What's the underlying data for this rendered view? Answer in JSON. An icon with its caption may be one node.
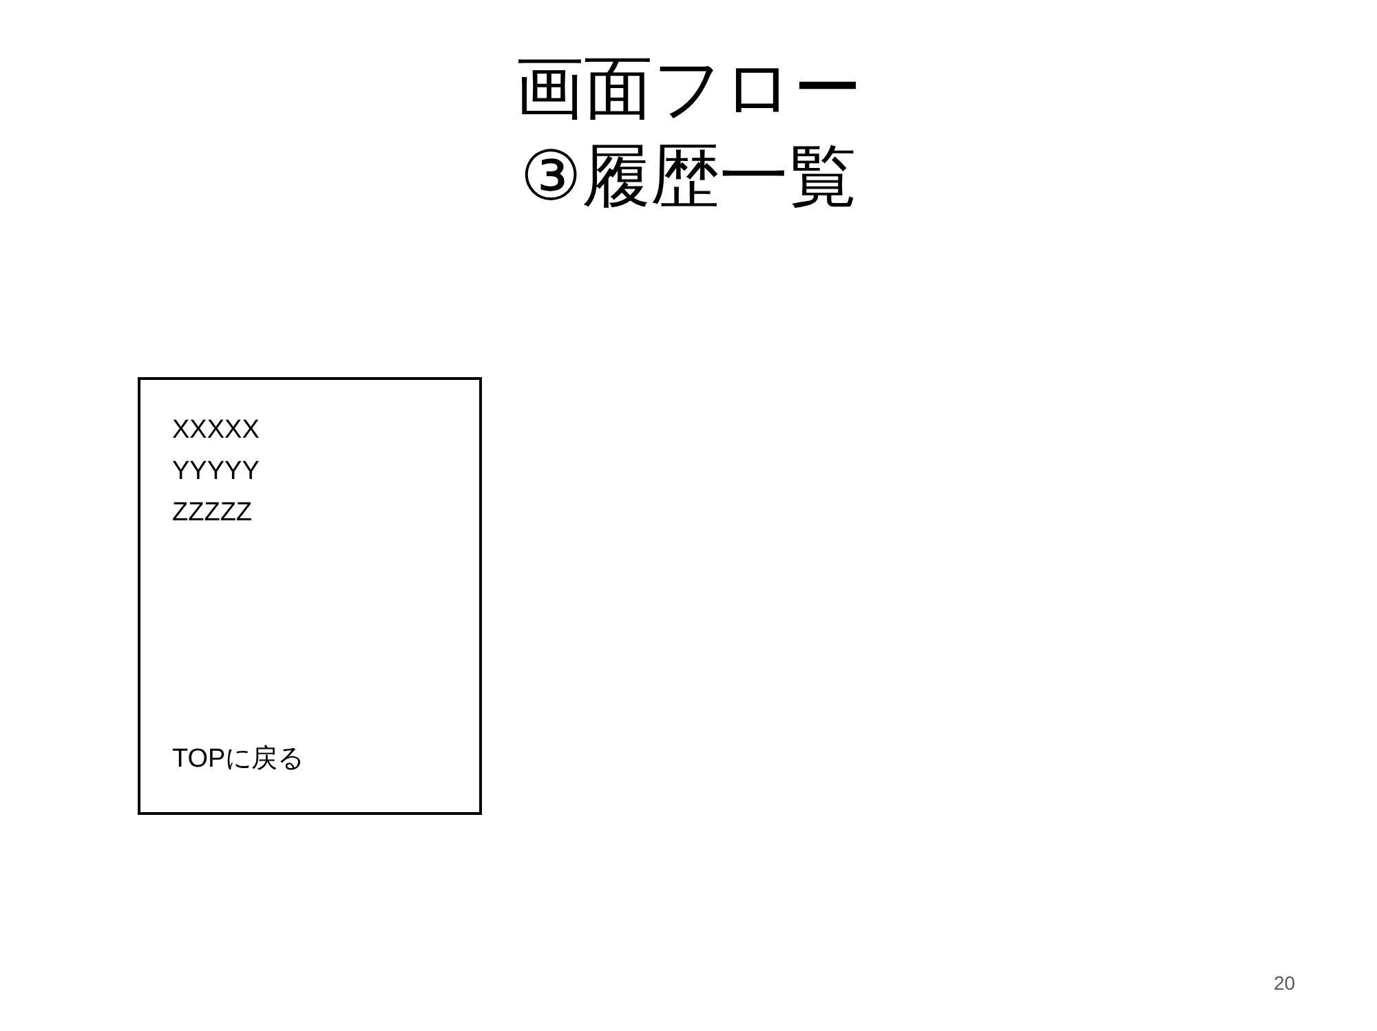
{
  "diagram": {
    "title": "画面フロー③履歴一覧",
    "nodes": [
      {
        "text": [
          "XXXXX",
          "YYYYY",
          "ZZZZZ",
          "TOPに戻る"
        ]
      }
    ],
    "labels": [
      "20"
    ]
  }
}
